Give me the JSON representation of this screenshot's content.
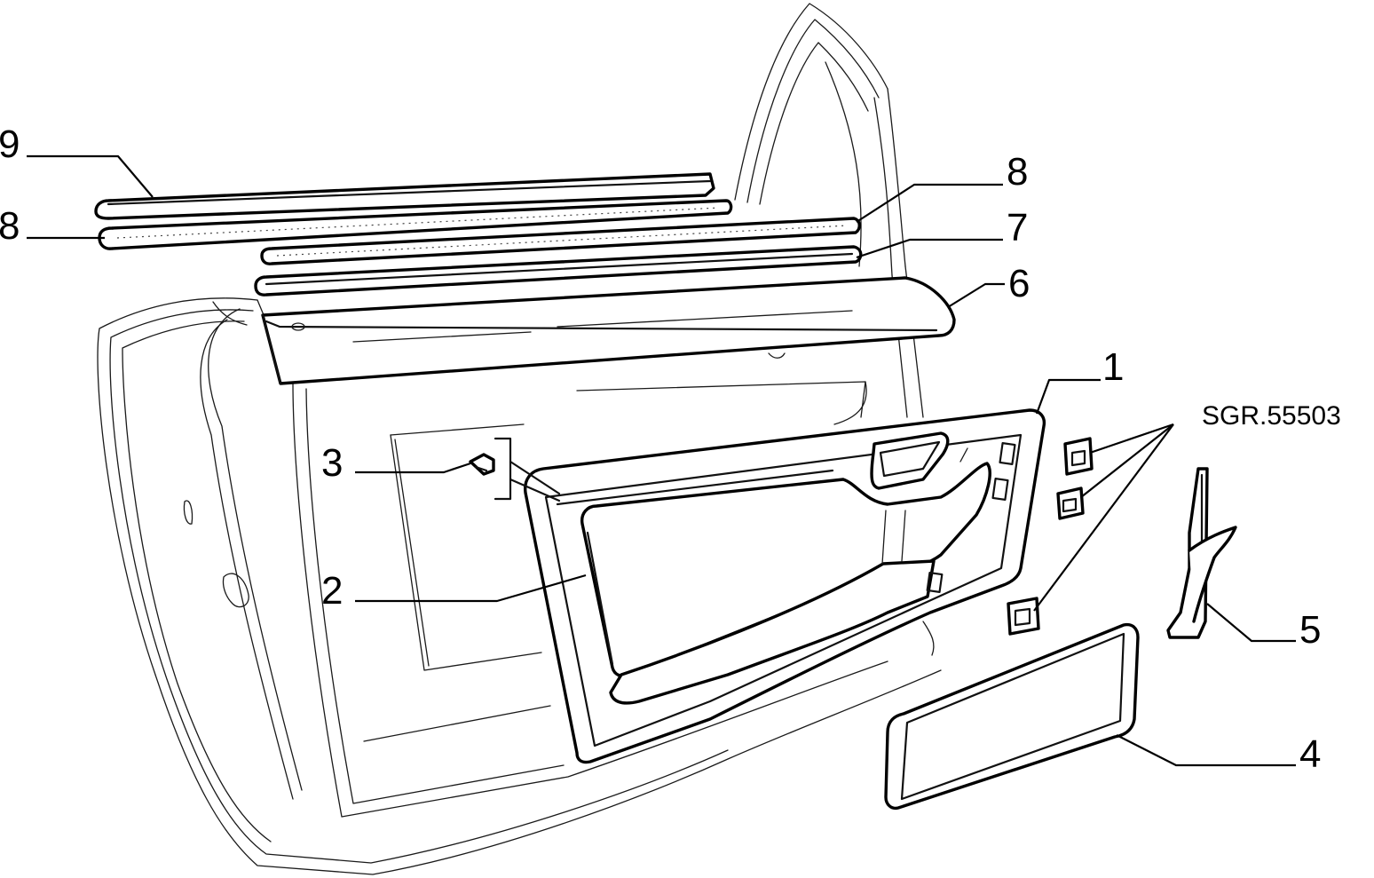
{
  "diagram": {
    "callouts": [
      {
        "id": "c1",
        "label": "1"
      },
      {
        "id": "c2",
        "label": "2"
      },
      {
        "id": "c3",
        "label": "3"
      },
      {
        "id": "c4",
        "label": "4"
      },
      {
        "id": "c5",
        "label": "5"
      },
      {
        "id": "c6",
        "label": "6"
      },
      {
        "id": "c7",
        "label": "7"
      },
      {
        "id": "c8a",
        "label": "8"
      },
      {
        "id": "c8b",
        "label": "8"
      },
      {
        "id": "c9",
        "label": "9"
      }
    ],
    "reference": "SGR.55503"
  }
}
